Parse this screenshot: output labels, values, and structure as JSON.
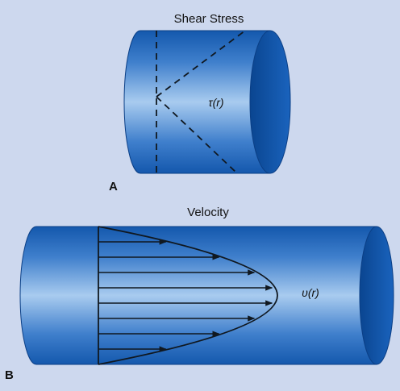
{
  "panel_a": {
    "title": "Shear Stress",
    "label": "A",
    "symbol": "τ(r)"
  },
  "panel_b": {
    "title": "Velocity",
    "label": "B",
    "symbol": "υ(r)",
    "arrow_count": 8
  },
  "colors": {
    "background": "#cdd8ee",
    "cylinder_dark": "#0d4fa3",
    "cylinder_light": "#9ec4ec",
    "end_cap": "#0f56b0",
    "line": "#101820"
  }
}
